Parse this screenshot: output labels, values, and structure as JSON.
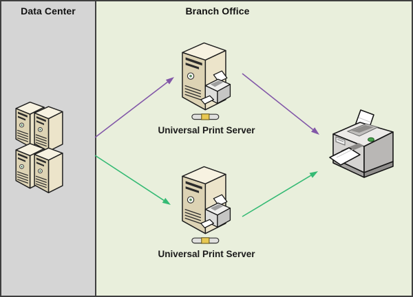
{
  "panels": {
    "data_center": {
      "title": "Data Center",
      "bg_color": "#d5d5d5"
    },
    "branch_office": {
      "title": "Branch Office",
      "bg_color": "#e9efdc"
    }
  },
  "nodes": {
    "datacenter_cluster": {
      "icon": "server-cluster-icon"
    },
    "print_server_top": {
      "icon": "print-server-icon",
      "label": "Universal Print Server"
    },
    "print_server_bottom": {
      "icon": "print-server-icon",
      "label": "Universal Print Server"
    },
    "printer": {
      "icon": "printer-icon"
    }
  },
  "connections": [
    {
      "from": "data-center",
      "to": "print-server-top",
      "color": "#8257a8"
    },
    {
      "from": "print-server-top",
      "to": "printer",
      "color": "#8257a8"
    },
    {
      "from": "data-center",
      "to": "print-server-bottom",
      "color": "#35ba74"
    },
    {
      "from": "print-server-bottom",
      "to": "printer",
      "color": "#35ba74"
    }
  ]
}
